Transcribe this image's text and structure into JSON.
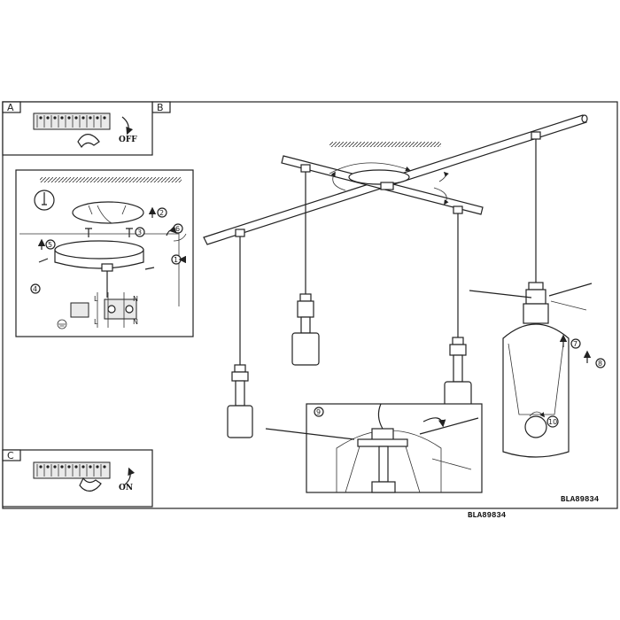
{
  "panels": {
    "a": {
      "letter": "A",
      "action": "OFF"
    },
    "b": {
      "letter": "B"
    },
    "c": {
      "letter": "C",
      "action": "ON"
    }
  },
  "steps": [
    "1",
    "2",
    "3",
    "4",
    "5",
    "6",
    "7",
    "8",
    "9",
    "10"
  ],
  "wiring": {
    "live": "L",
    "neutral": "N"
  },
  "codes": {
    "inner": "BLA89834",
    "outer": "BLA89834"
  },
  "colors": {
    "line": "#222222",
    "background": "#ffffff"
  }
}
